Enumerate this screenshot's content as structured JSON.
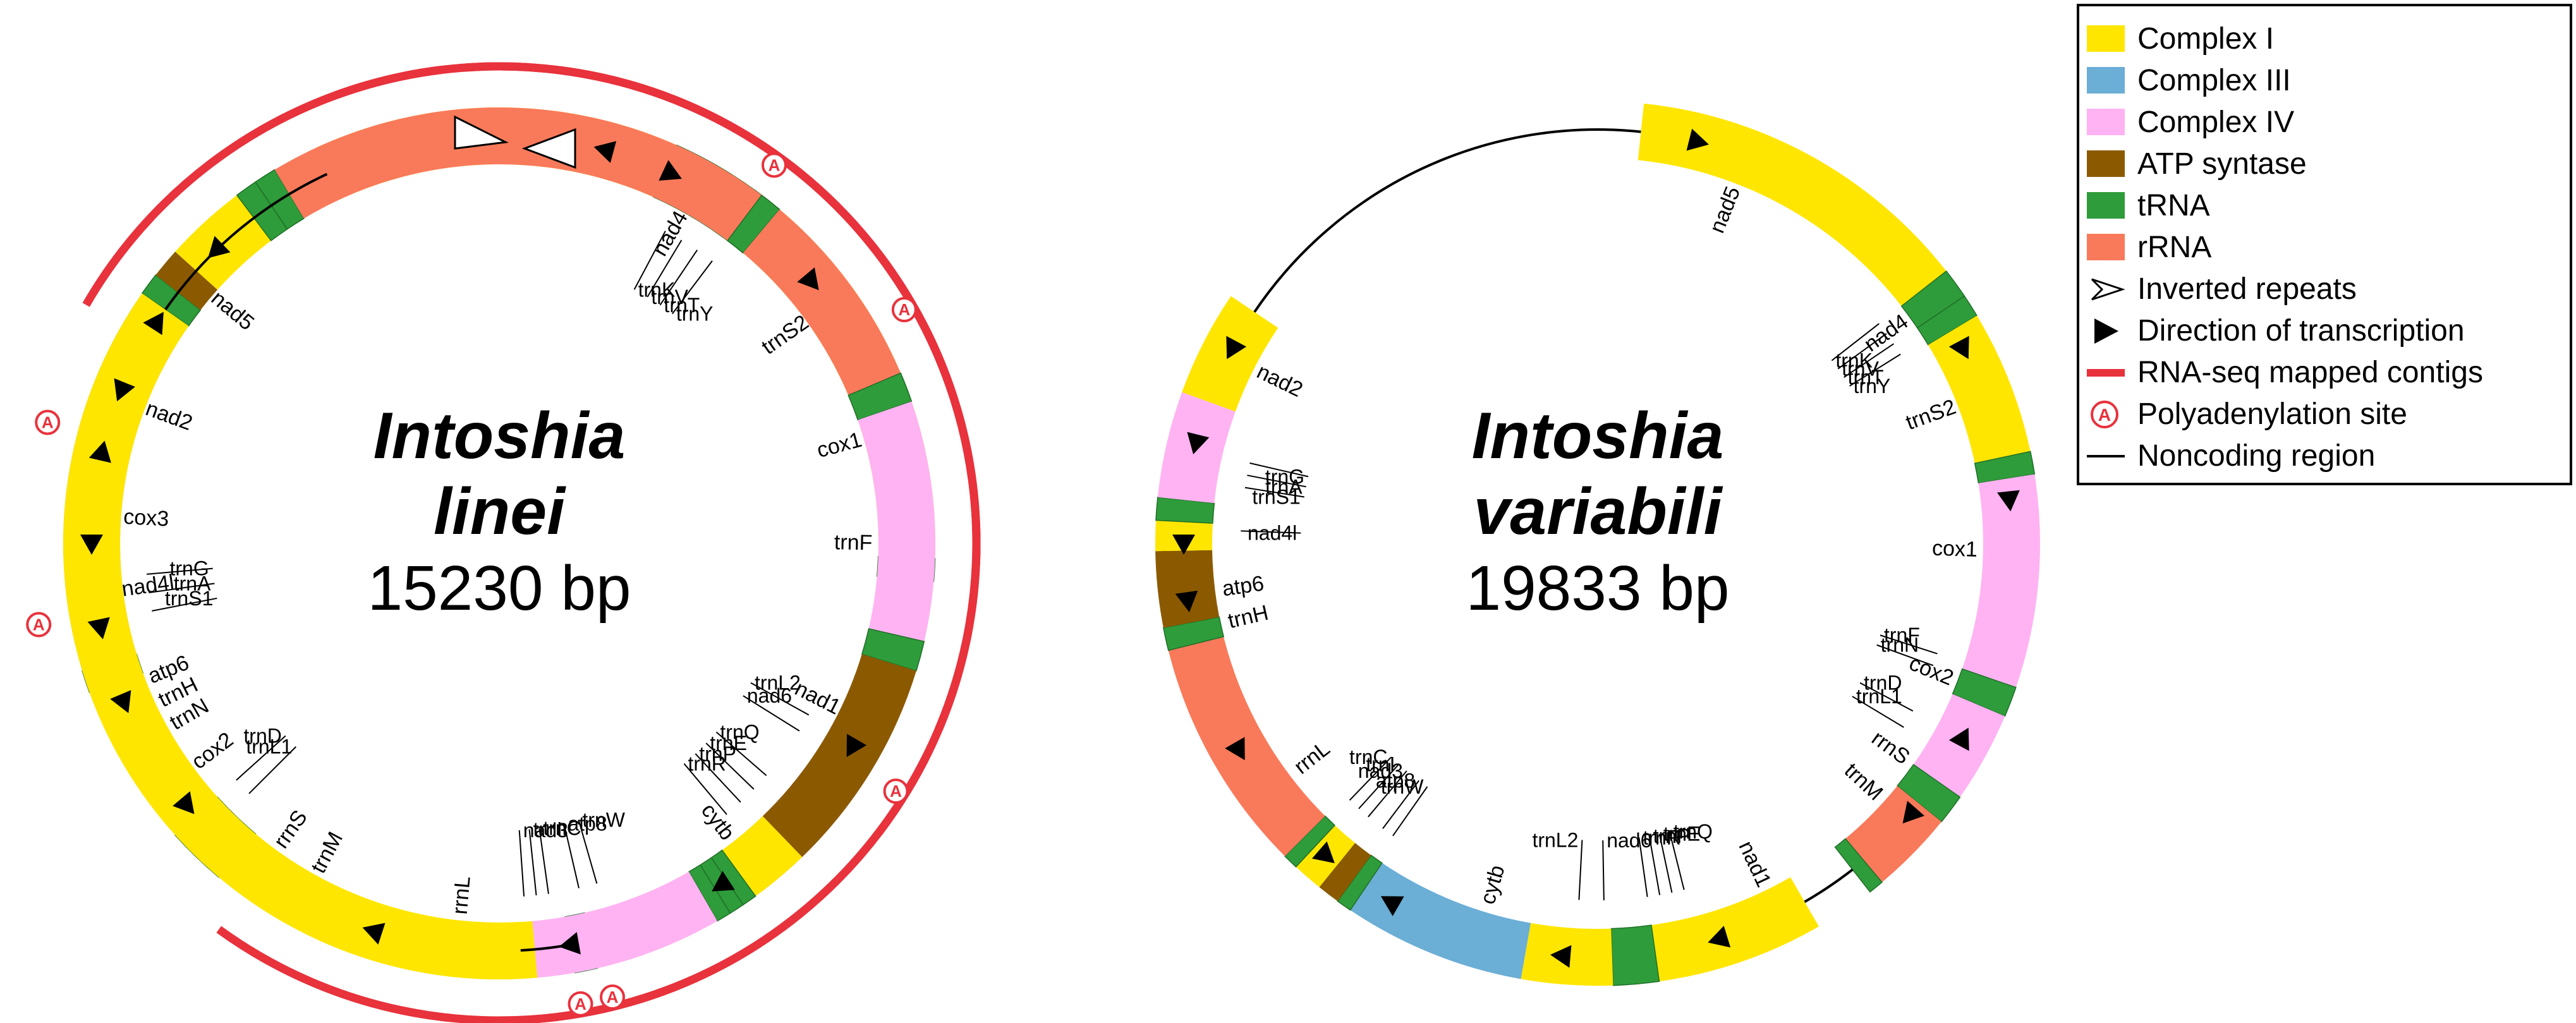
{
  "colors": {
    "complex_i": "#FFE600",
    "complex_iii": "#6BAED6",
    "complex_iv": "#FFB3F2",
    "atp": "#8B5A00",
    "trna": "#2E9C3A",
    "rrna": "#F97A5A",
    "rnaseq": "#E8323C",
    "polya": "#E8323C",
    "line": "#000000"
  },
  "genome_left": {
    "name_line1": "Intoshia",
    "name_line2": "linei",
    "size": "15230 bp"
  },
  "genome_right": {
    "name_line1": "Intoshia",
    "name_line2": "variabili",
    "size": "19833 bp"
  },
  "left_segments": [
    {
      "type": "complex_i",
      "start": 335,
      "end": 384
    },
    {
      "type": "trna",
      "start": 384,
      "end": 388
    },
    {
      "type": "trna",
      "start": 388,
      "end": 392
    },
    {
      "type": "trna",
      "start": 392,
      "end": 396
    },
    {
      "type": "trna",
      "start": 396,
      "end": 400
    },
    {
      "type": "complex_i",
      "start": 400,
      "end": 452
    },
    {
      "type": "trna",
      "start": 452,
      "end": 455
    },
    {
      "type": "complex_iv",
      "start": 455,
      "end": 527
    },
    {
      "type": "trna",
      "start": 527,
      "end": 530
    },
    {
      "type": "complex_i",
      "start": 537,
      "end": 580
    },
    {
      "type": "trna",
      "start": 580,
      "end": 584
    },
    {
      "type": "trna",
      "start": 584,
      "end": 588
    },
    {
      "type": "complex_i",
      "start": 588,
      "end": 610
    },
    {
      "type": "trna",
      "start": 610,
      "end": 613
    },
    {
      "type": "complex_iii",
      "start": 613,
      "end": 665
    },
    {
      "type": "trna",
      "start": 665,
      "end": 668
    },
    {
      "type": "atp",
      "start": 668,
      "end": 672
    },
    {
      "type": "complex_i",
      "start": 672,
      "end": 683
    },
    {
      "type": "trna",
      "start": 683,
      "end": 686
    },
    {
      "type": "trna",
      "start": 686,
      "end": 689
    },
    {
      "type": "rrna",
      "start": 689,
      "end": 757
    },
    {
      "type": "trna",
      "start": 757,
      "end": 760
    },
    {
      "type": "rrna",
      "start": 760,
      "end": 787
    },
    {
      "type": "trna",
      "start": 787,
      "end": 791
    },
    {
      "type": "complex_iv",
      "start": 791,
      "end": 823
    },
    {
      "type": "trna",
      "start": 823,
      "end": 827
    },
    {
      "type": "atp",
      "start": 827,
      "end": 856
    },
    {
      "type": "complex_i",
      "start": 856,
      "end": 864
    },
    {
      "type": "trna",
      "start": 864,
      "end": 866
    },
    {
      "type": "trna",
      "start": 866,
      "end": 868
    },
    {
      "type": "trna",
      "start": 868,
      "end": 870
    },
    {
      "type": "complex_iv",
      "start": 870,
      "end": 895
    },
    {
      "type": "complex_i",
      "start": 895,
      "end": 957
    },
    {
      "type": "complex_i",
      "start": 957,
      "end": 1025
    }
  ],
  "left_labels": [
    {
      "text": "nad5",
      "angle": 310
    },
    {
      "text": "nad2",
      "angle": 290
    },
    {
      "text": "cox3",
      "angle": 273
    },
    {
      "text": "nad4l",
      "angle": 262
    },
    {
      "text": "atp6",
      "angle": 248
    },
    {
      "text": "cox2",
      "angle": 233
    },
    {
      "text": "rrnS",
      "angle": 215
    },
    {
      "text": "trnM",
      "angle": 208
    },
    {
      "text": "rrnL",
      "angle": 185
    },
    {
      "text": "cytb",
      "angle": 143
    },
    {
      "text": "nad1",
      "angle": 117
    },
    {
      "text": "trnF",
      "angle": 91
    },
    {
      "text": "cox1",
      "angle": 75
    },
    {
      "text": "trnS2",
      "angle": 55
    },
    {
      "text": "nad4",
      "angle": 30
    },
    {
      "text": "trnH",
      "angle": 244
    },
    {
      "text": "trnN",
      "angle": 240
    }
  ],
  "left_leaders": [
    {
      "text": "trnK",
      "angle": 28
    },
    {
      "text": "trnV",
      "angle": 31
    },
    {
      "text": "trnT",
      "angle": 34
    },
    {
      "text": "trnY",
      "angle": 37
    },
    {
      "text": "trnG",
      "angle": 265
    },
    {
      "text": "trnA",
      "angle": 262
    },
    {
      "text": "trnS1",
      "angle": 259
    },
    {
      "text": "trnD",
      "angle": 228
    },
    {
      "text": "trnL1",
      "angle": 225
    },
    {
      "text": "trnQ",
      "angle": 131
    },
    {
      "text": "trnE",
      "angle": 134
    },
    {
      "text": "trnP",
      "angle": 137
    },
    {
      "text": "trnR",
      "angle": 140
    },
    {
      "text": "trnC",
      "angle": 172
    },
    {
      "text": "trnI",
      "angle": 174
    },
    {
      "text": "nad3",
      "angle": 176
    },
    {
      "text": "nad6",
      "angle": 122
    },
    {
      "text": "trnL2",
      "angle": 119
    },
    {
      "text": "atp8",
      "angle": 167
    },
    {
      "text": "trnW",
      "angle": 164
    }
  ],
  "right_segments": [
    {
      "type": "complex_i",
      "start": 6,
      "end": 52
    },
    {
      "type": "trna",
      "start": 52,
      "end": 56
    },
    {
      "type": "trna",
      "start": 56,
      "end": 59
    },
    {
      "type": "complex_i",
      "start": 59,
      "end": 78
    },
    {
      "type": "trna",
      "start": 78,
      "end": 81
    },
    {
      "type": "complex_iv",
      "start": 81,
      "end": 109
    },
    {
      "type": "trna",
      "start": 109,
      "end": 113
    },
    {
      "type": "complex_iv",
      "start": 113,
      "end": 125
    },
    {
      "type": "trna",
      "start": 125,
      "end": 129
    },
    {
      "type": "rrna",
      "start": 129,
      "end": 140
    },
    {
      "type": "trna",
      "start": 140,
      "end": 142
    },
    {
      "type": "complex_i",
      "start": 150,
      "end": 172
    },
    {
      "type": "trna",
      "start": 172,
      "end": 178
    },
    {
      "type": "complex_i",
      "start": 178,
      "end": 190
    },
    {
      "type": "complex_iii",
      "start": 190,
      "end": 214
    },
    {
      "type": "trna",
      "start": 214,
      "end": 216
    },
    {
      "type": "atp",
      "start": 216,
      "end": 219
    },
    {
      "type": "complex_i",
      "start": 219,
      "end": 223
    },
    {
      "type": "trna",
      "start": 223,
      "end": 225
    },
    {
      "type": "rrna",
      "start": 225,
      "end": 256
    },
    {
      "type": "trna",
      "start": 256,
      "end": 259
    },
    {
      "type": "atp",
      "start": 259,
      "end": 269
    },
    {
      "type": "complex_i",
      "start": 269,
      "end": 273
    },
    {
      "type": "trna",
      "start": 273,
      "end": 276
    },
    {
      "type": "complex_iv",
      "start": 276,
      "end": 290
    },
    {
      "type": "complex_i",
      "start": 290,
      "end": 304
    }
  ],
  "right_labels": [
    {
      "text": "nad5",
      "angle": 22
    },
    {
      "text": "nad4",
      "angle": 55
    },
    {
      "text": "trnS2",
      "angle": 70
    },
    {
      "text": "cox1",
      "angle": 92
    },
    {
      "text": "cox2",
      "angle": 112
    },
    {
      "text": "rrnS",
      "angle": 126
    },
    {
      "text": "trnM",
      "angle": 133
    },
    {
      "text": "nad1",
      "angle": 155
    },
    {
      "text": "cytb",
      "angle": 196
    },
    {
      "text": "rrnL",
      "angle": 232
    },
    {
      "text": "trnH",
      "angle": 257
    },
    {
      "text": "atp6",
      "angle": 262
    },
    {
      "text": "nad2",
      "angle": 296
    }
  ],
  "right_leaders": [
    {
      "text": "trnK",
      "angle": 52
    },
    {
      "text": "trnV",
      "angle": 54
    },
    {
      "text": "trnT",
      "angle": 56
    },
    {
      "text": "trnY",
      "angle": 58
    },
    {
      "text": "trnF",
      "angle": 108
    },
    {
      "text": "trnN",
      "angle": 110
    },
    {
      "text": "trnD",
      "angle": 118
    },
    {
      "text": "trnL1",
      "angle": 121
    },
    {
      "text": "trnQ",
      "angle": 166
    },
    {
      "text": "trnE",
      "angle": 168
    },
    {
      "text": "trnP",
      "angle": 170
    },
    {
      "text": "trnR",
      "angle": 172
    },
    {
      "text": "nad6",
      "angle": 179
    },
    {
      "text": "trnL2",
      "angle": 183
    },
    {
      "text": "trnW",
      "angle": 215
    },
    {
      "text": "atp8",
      "angle": 217
    },
    {
      "text": "nad3",
      "angle": 220
    },
    {
      "text": "trnI",
      "angle": 222
    },
    {
      "text": "trnC",
      "angle": 224
    },
    {
      "text": "trnG",
      "angle": 283
    },
    {
      "text": "trnA",
      "angle": 281
    },
    {
      "text": "trnS1",
      "angle": 279
    },
    {
      "text": "nad4l",
      "angle": 272
    }
  ],
  "legend": {
    "items": [
      {
        "kind": "box",
        "color": "complex_i",
        "label": "Complex I"
      },
      {
        "kind": "box",
        "color": "complex_iii",
        "label": "Complex III"
      },
      {
        "kind": "box",
        "color": "complex_iv",
        "label": "Complex IV"
      },
      {
        "kind": "box",
        "color": "atp",
        "label": "ATP syntase"
      },
      {
        "kind": "box",
        "color": "trna",
        "label": "tRNA"
      },
      {
        "kind": "box",
        "color": "rrna",
        "label": "rRNA"
      },
      {
        "kind": "chevron",
        "label": "Inverted repeats"
      },
      {
        "kind": "triangle",
        "label": "Direction of transcription"
      },
      {
        "kind": "redline",
        "label": "RNA-seq mapped contigs"
      },
      {
        "kind": "polya",
        "label": "Polyadenylation site"
      },
      {
        "kind": "blackline",
        "label": "Noncoding region"
      }
    ],
    "polya_symbol": "A"
  }
}
